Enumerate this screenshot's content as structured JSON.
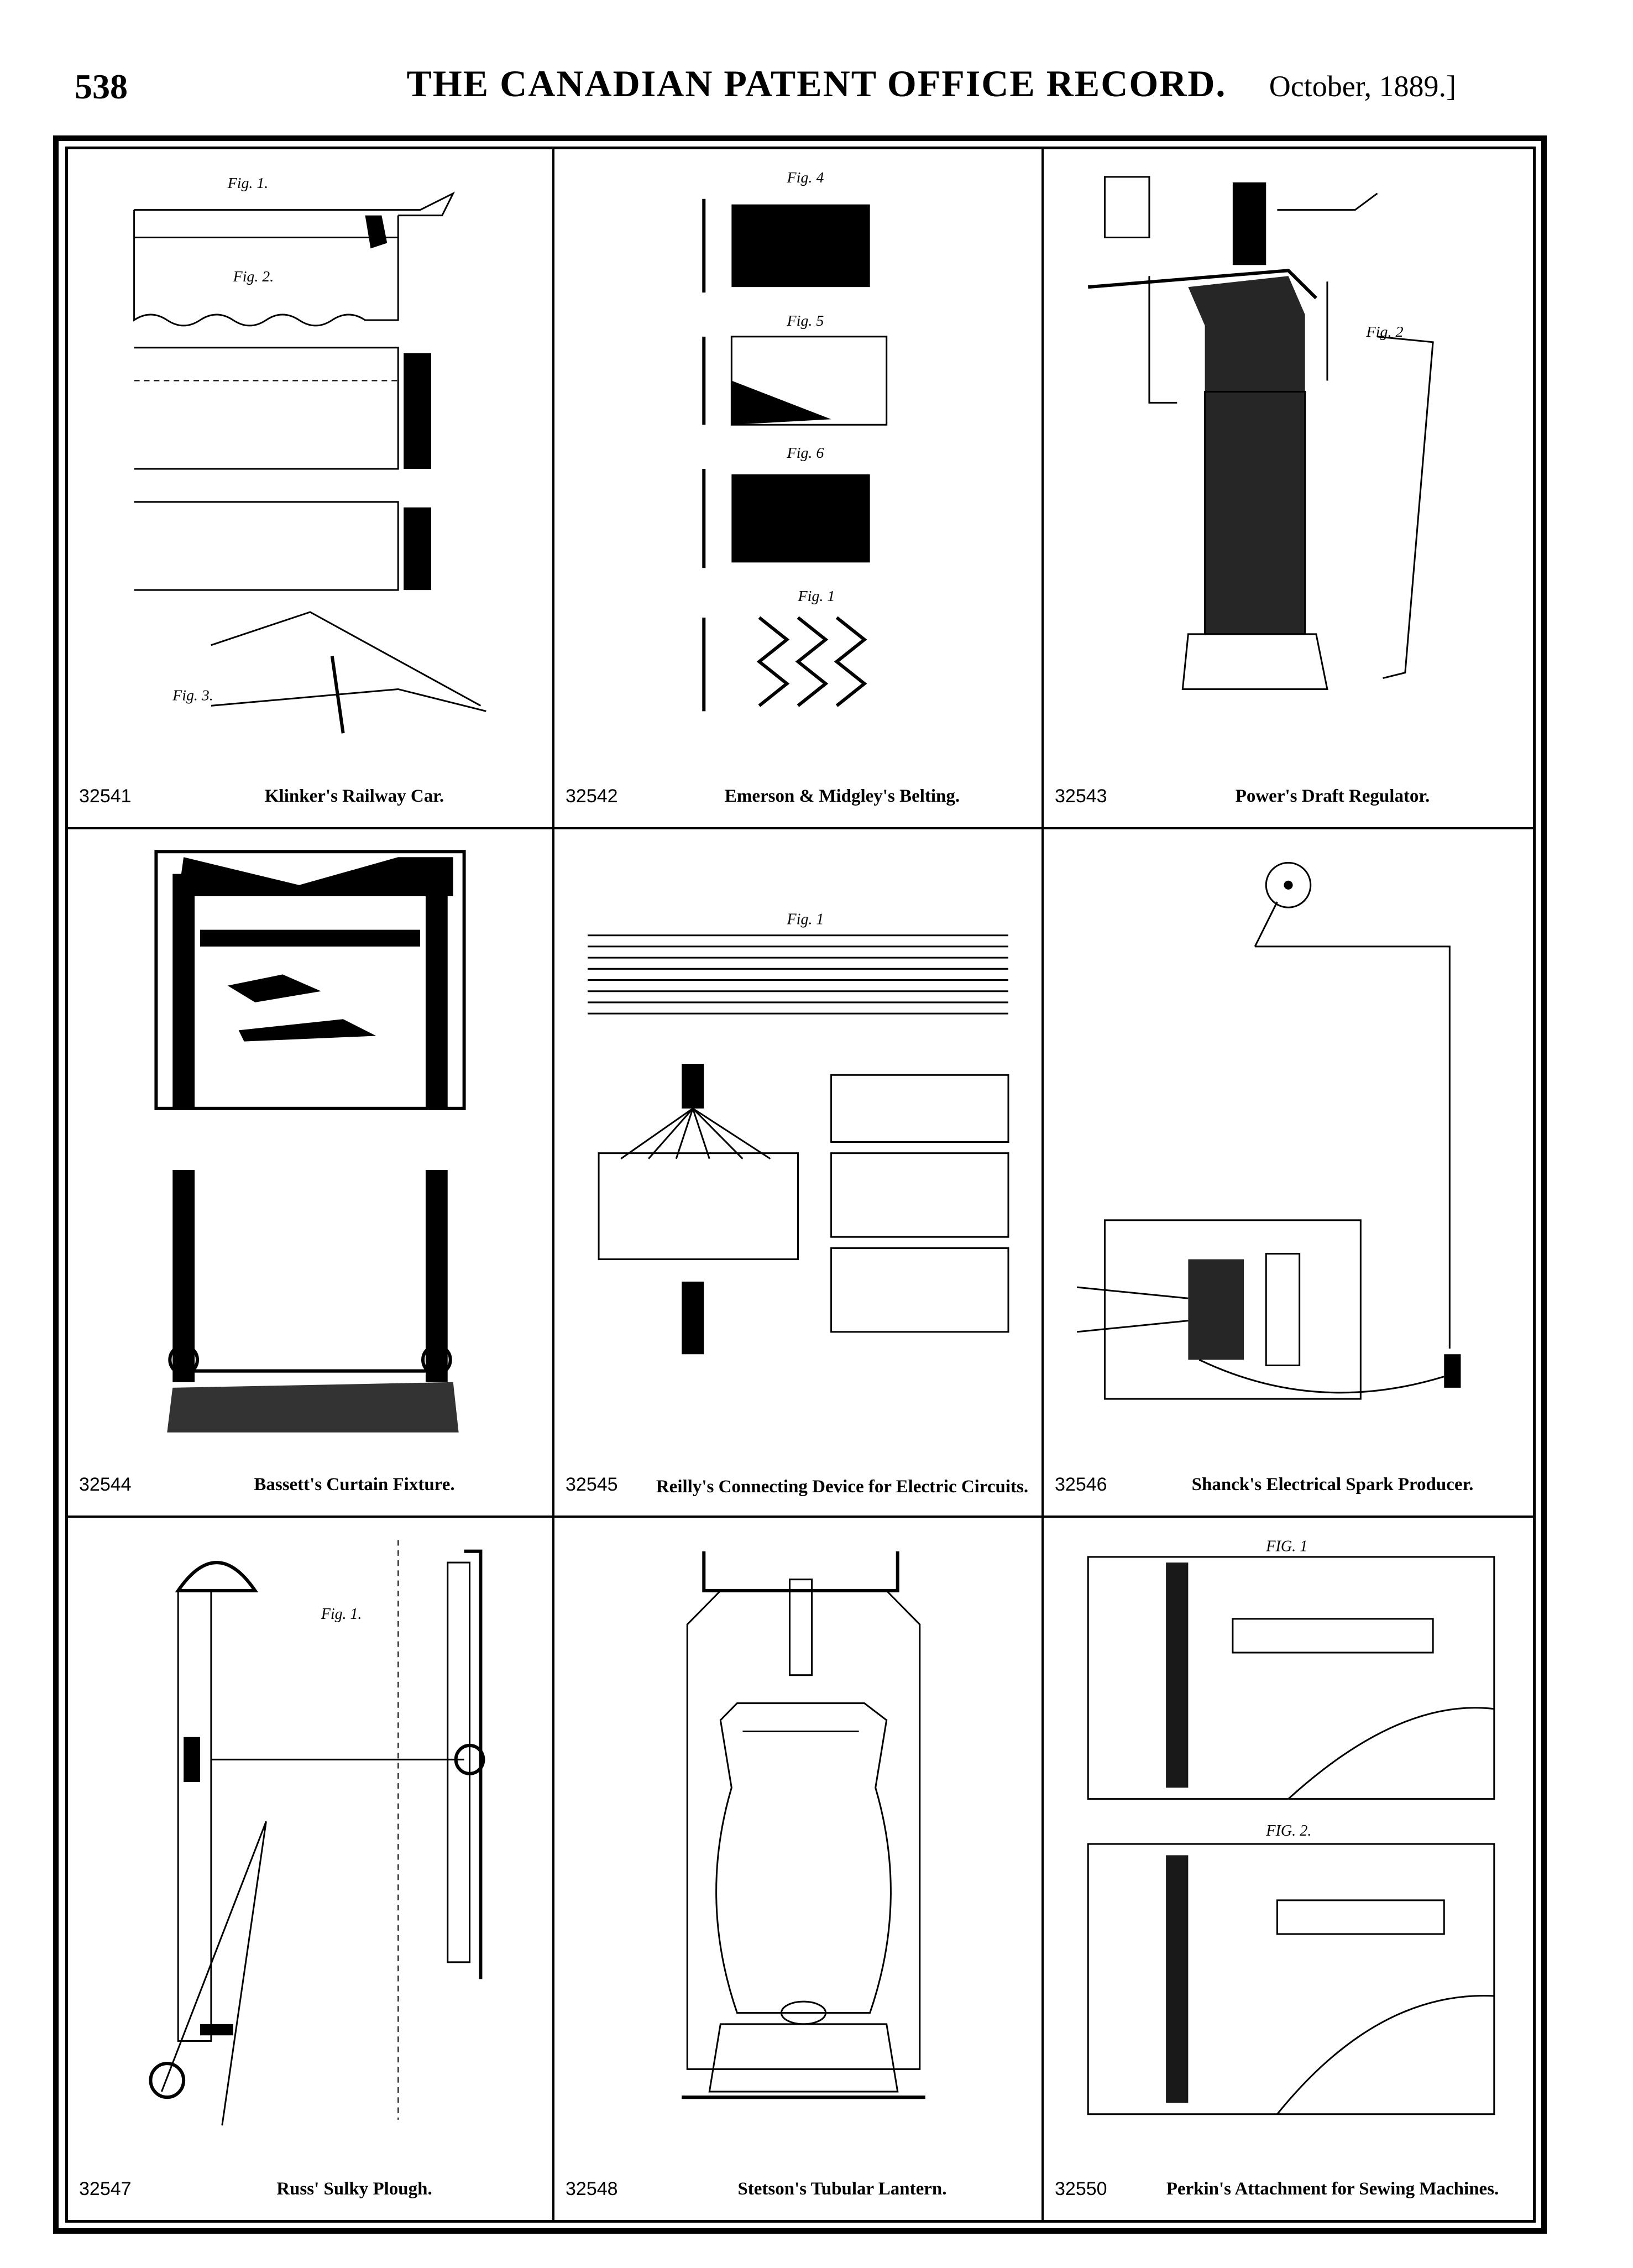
{
  "header": {
    "page_number": "538",
    "journal_title": "THE CANADIAN PATENT OFFICE RECORD.",
    "issue_date": "October, 1889.]"
  },
  "patents": [
    {
      "number": "32541",
      "title": "Klinker's Railway Car.",
      "figure_labels": [
        "Fig. 1.",
        "Fig. 2.",
        "Fig. 3."
      ]
    },
    {
      "number": "32542",
      "title": "Emerson & Midgley's Belting.",
      "figure_labels": [
        "Fig. 4",
        "Fig. 5",
        "Fig. 6",
        "Fig. 1"
      ]
    },
    {
      "number": "32543",
      "title": "Power's Draft Regulator.",
      "figure_labels": [
        "Fig. 2"
      ]
    },
    {
      "number": "32544",
      "title": "Bassett's Curtain Fixture.",
      "figure_labels": []
    },
    {
      "number": "32545",
      "title": "Reilly's Connecting Device for Electric Circuits.",
      "figure_labels": [
        "Fig. 1"
      ]
    },
    {
      "number": "32546",
      "title": "Shanck's Electrical Spark Producer.",
      "figure_labels": []
    },
    {
      "number": "32547",
      "title": "Russ' Sulky Plough.",
      "figure_labels": [
        "Fig. 1."
      ]
    },
    {
      "number": "32548",
      "title": "Stetson's Tubular Lantern.",
      "figure_labels": []
    },
    {
      "number": "32550",
      "title": "Perkin's Attachment for Sewing Machines.",
      "figure_labels": [
        "FIG. 1",
        "FIG. 2."
      ]
    }
  ]
}
